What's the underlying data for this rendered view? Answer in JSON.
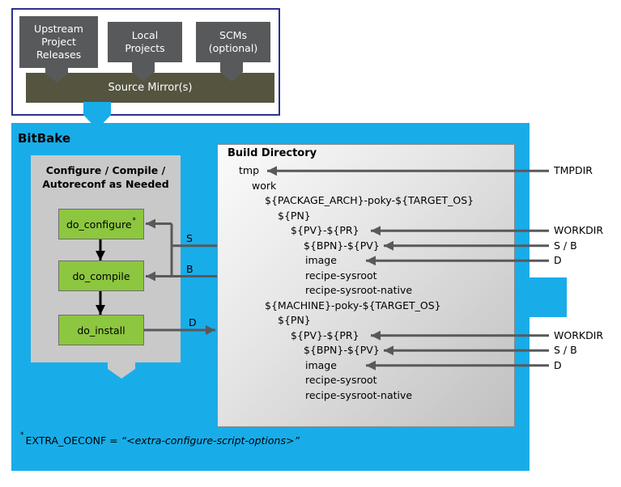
{
  "palette": {
    "cyan": "#18ADE9",
    "green": "#8DC63F",
    "dark_gray": "#58595B",
    "olive": "#55543F",
    "panel_gray": "#C9C9C9",
    "border_blue": "#2B318F"
  },
  "upstream_panel": {
    "sources": [
      {
        "lines": [
          "Upstream",
          "Project",
          "Releases"
        ]
      },
      {
        "lines": [
          "Local",
          "Projects"
        ]
      },
      {
        "lines": [
          "SCMs",
          "(optional)"
        ]
      }
    ],
    "mirror_label": "Source Mirror(s)"
  },
  "bitbake": {
    "title": "BitBake",
    "task_panel": {
      "title_line1": "Configure / Compile /",
      "title_line2": "Autoreconf as Needed",
      "tasks": [
        {
          "label": "do_configure",
          "superscript": "*"
        },
        {
          "label": "do_compile",
          "superscript": ""
        },
        {
          "label": "do_install",
          "superscript": ""
        }
      ]
    },
    "task_arrow_labels": {
      "s": "S",
      "b": "B",
      "d": "D"
    },
    "footnote": {
      "marker": "*",
      "lead": "EXTRA_OECONF = ",
      "quoted": "“<extra-configure-script-options>”"
    }
  },
  "build_directory": {
    "title": "Build Directory",
    "items": [
      {
        "label": "tmp",
        "level": 0
      },
      {
        "label": "work",
        "level": 1
      },
      {
        "label": "${PACKAGE_ARCH}-poky-${TARGET_OS}",
        "level": 2
      },
      {
        "label": "${PN}",
        "level": 3
      },
      {
        "label": "${PV}-${PR}",
        "level": 4
      },
      {
        "label": "${BPN}-${PV}",
        "level": 5
      },
      {
        "label": "image",
        "level": 5
      },
      {
        "label": "recipe-sysroot",
        "level": 5
      },
      {
        "label": "recipe-sysroot-native",
        "level": 5
      },
      {
        "label": "${MACHINE}-poky-${TARGET_OS}",
        "level": 2
      },
      {
        "label": "${PN}",
        "level": 3
      },
      {
        "label": "${PV}-${PR}",
        "level": 4
      },
      {
        "label": "${BPN}-${PV}",
        "level": 5
      },
      {
        "label": "image",
        "level": 5
      },
      {
        "label": "recipe-sysroot",
        "level": 5
      },
      {
        "label": "recipe-sysroot-native",
        "level": 5
      }
    ]
  },
  "pointers": [
    {
      "label": "TMPDIR"
    },
    {
      "label": "WORKDIR"
    },
    {
      "label": "S / B"
    },
    {
      "label": "D"
    },
    {
      "label": "WORKDIR"
    },
    {
      "label": "S / B"
    },
    {
      "label": "D"
    }
  ]
}
